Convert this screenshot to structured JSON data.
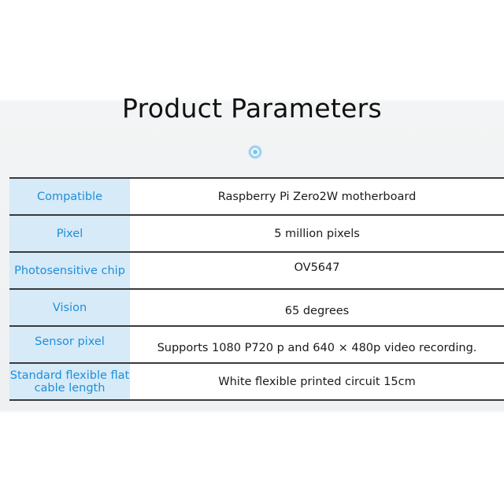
{
  "title": "Product Parameters",
  "logo_icon": "camera-lens-icon",
  "accent_color": "#1e8fd8",
  "label_background": "#d6eaf8",
  "rows": [
    {
      "label": "Compatible",
      "value": "Raspberry Pi Zero2W motherboard"
    },
    {
      "label": "Pixel",
      "value": "5 million pixels"
    },
    {
      "label": "Photosensitive chip",
      "value": "OV5647"
    },
    {
      "label": "Vision",
      "value": "65 degrees"
    },
    {
      "label": "Sensor pixel",
      "value": "Supports 1080 P720 p and 640 × 480p video recording."
    },
    {
      "label": "Standard flexible flat cable length",
      "value": "White flexible printed circuit 15cm"
    }
  ]
}
